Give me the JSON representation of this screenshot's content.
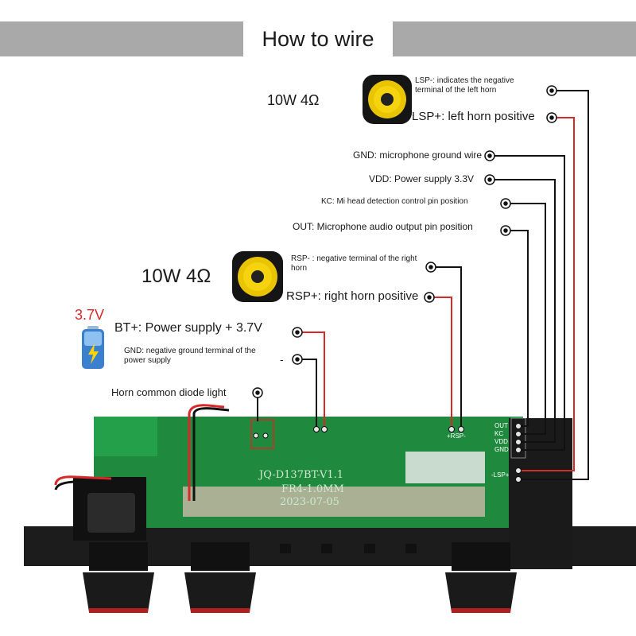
{
  "header": {
    "title": "How to wire"
  },
  "colors": {
    "accent_red": "#d62a2a",
    "wire_black": "#111111",
    "pcb_green": "#1f8a3e",
    "header_gray": "#a9a9a9"
  },
  "speakers": {
    "left": {
      "power": "10W 4Ω"
    },
    "right": {
      "power": "10W 4Ω"
    }
  },
  "labels": {
    "lsp_minus": "LSP-: indicates the negative terminal of the left horn",
    "lsp_plus": "LSP+: left horn positive",
    "gnd_mic": "GND: microphone ground wire",
    "vdd": "VDD: Power supply 3.3V",
    "kc": "KC: Mi head detection control pin position",
    "out": "OUT: Microphone audio output pin position",
    "rsp_minus": "RSP- : negative terminal of the right horn",
    "rsp_plus": "RSP+: right horn positive",
    "bt_plus": "BT+: Power supply + 3.7V",
    "gnd_power": "GND: negative ground terminal of the power supply",
    "minus_sign": "-",
    "diode": "Horn common diode light"
  },
  "battery": {
    "voltage": "3.7V"
  },
  "board": {
    "model": "JQ-D137BT-V1.1",
    "thickness": "FR4-1.0MM",
    "date": "2023-07-05",
    "pins_right": [
      "OUT",
      "KC",
      "VDD",
      "GND"
    ],
    "pin_rsp": "+RSP-",
    "pin_lsp": "-LSP+"
  }
}
